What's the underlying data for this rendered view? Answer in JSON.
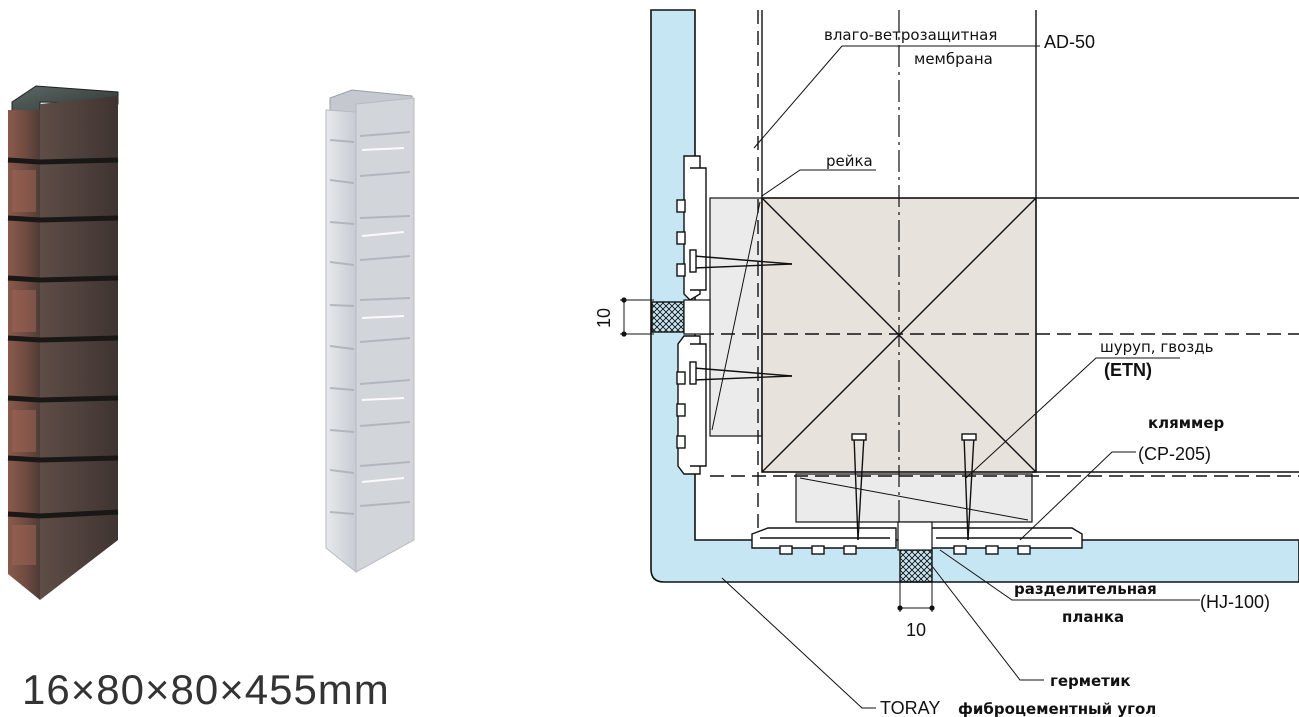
{
  "caption": "16×80×80×455mm",
  "labels": {
    "membrane_line1": "влаго-ветрозащитная",
    "membrane_code": "AD-50",
    "membrane_line2": "мембрана",
    "batten": "рейка",
    "screw": "шуруп, гвоздь",
    "screw_code": "(ETN)",
    "clamp": "кляммер",
    "clamp_code": "(CP-205)",
    "divider_line1": "разделительная",
    "divider_code": "(HJ-100)",
    "divider_line2": "планка",
    "sealant": "герметик",
    "corner_brand": "TORAY",
    "corner_text": "фиброцементный угол",
    "dim_left": "10",
    "dim_bottom": "10"
  },
  "colors": {
    "panel_fill": "#c7e6f3",
    "block_fill": "#e7e2dc",
    "batten_fill": "#ebebeb",
    "brick_dark": "#3b3533",
    "white_tile": "#d9dde2"
  }
}
